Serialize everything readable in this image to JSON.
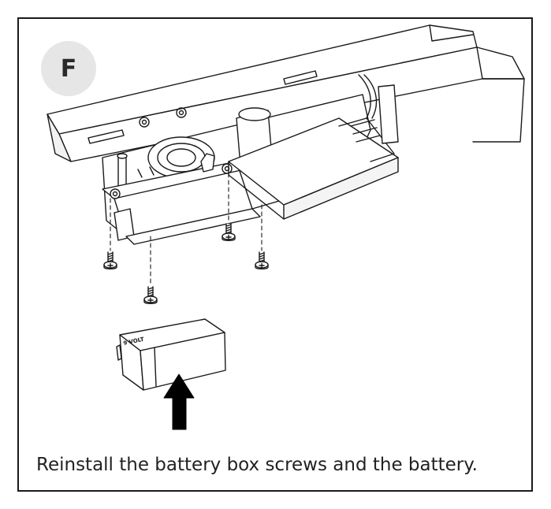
{
  "step": {
    "label": "F"
  },
  "caption": {
    "text": "Reinstall the battery box screws and the battery."
  },
  "battery": {
    "marking": "9 VOLT"
  },
  "colors": {
    "line": "#1a1a1a",
    "badge": "#e6e6e6",
    "arrow": "#000000"
  },
  "icons": [
    "screw-icon",
    "up-arrow-icon"
  ]
}
